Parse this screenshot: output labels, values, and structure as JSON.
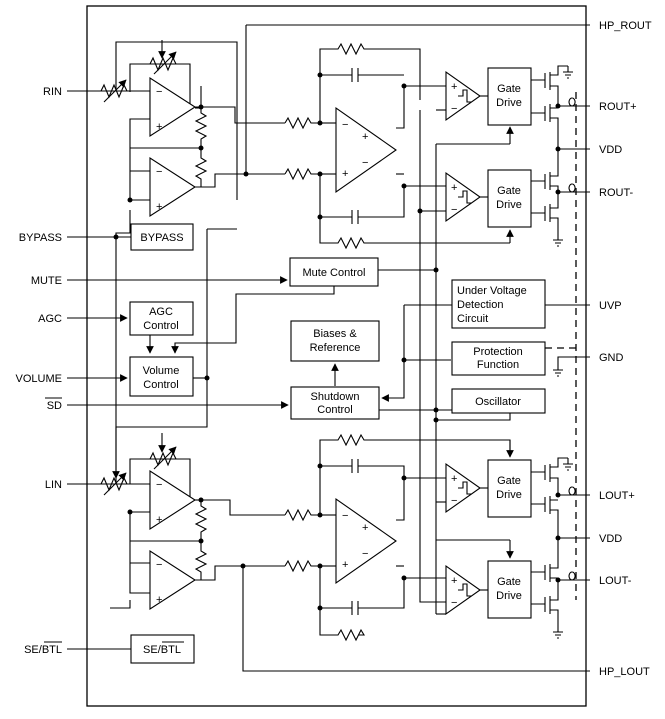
{
  "pins_left": {
    "rin": "RIN",
    "bypass": "BYPASS",
    "mute": "MUTE",
    "agc": "AGC",
    "volume": "VOLUME",
    "sd": "SD",
    "lin": "LIN",
    "se_btl": "SE/BTL"
  },
  "pins_right": {
    "hp_rout": "HP_ROUT",
    "rout_plus": "ROUT+",
    "vdd_top": "VDD",
    "rout_minus": "ROUT-",
    "uvp": "UVP",
    "gnd": "GND",
    "lout_plus": "LOUT+",
    "vdd_bottom": "VDD",
    "lout_minus": "LOUT-",
    "hp_lout": "HP_LOUT"
  },
  "blocks": {
    "bypass": "BYPASS",
    "mute_control": "Mute Control",
    "agc_control": [
      "AGC",
      "Control"
    ],
    "volume_control": [
      "Volume",
      "Control"
    ],
    "biases_reference": [
      "Biases &",
      "Reference"
    ],
    "shutdown_control": [
      "Shutdown",
      "Control"
    ],
    "uvd_circuit": [
      "Under Voltage",
      "Detection",
      "Circuit"
    ],
    "protection_function": [
      "Protection",
      "Function"
    ],
    "oscillator": "Oscillator",
    "gate_drive": [
      "Gate",
      "Drive"
    ],
    "se_btl": "SE/BTL"
  }
}
